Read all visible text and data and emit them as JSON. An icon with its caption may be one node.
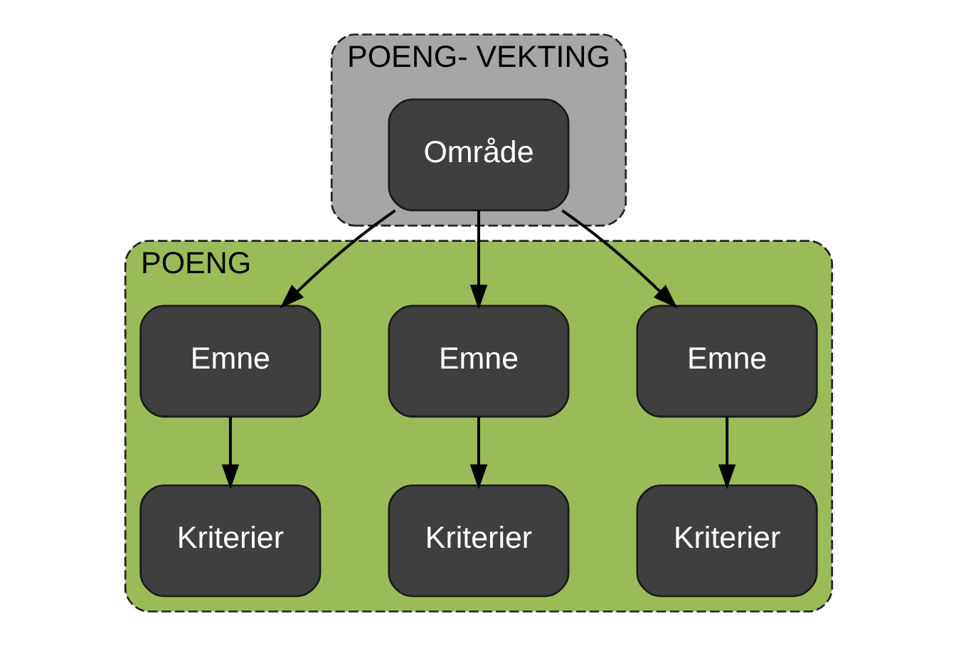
{
  "diagram": {
    "nodes": [
      {
        "text": [
          "POENG- VEKTING"
        ]
      },
      {
        "text": [
          "Område"
        ],
        "in": 0
      },
      {
        "text": [
          "POENG"
        ]
      },
      {
        "text": [
          "Emne"
        ],
        "in": 2
      },
      {
        "text": [
          "Emne"
        ],
        "in": 2
      },
      {
        "text": [
          "Emne"
        ],
        "in": 2
      },
      {
        "text": [
          "Kriterier"
        ],
        "in": 2
      },
      {
        "text": [
          "Kriterier"
        ],
        "in": 2
      },
      {
        "text": [
          "Kriterier"
        ],
        "in": 2
      }
    ],
    "edges": [
      {
        "from": 1,
        "to": 3,
        "arrow": "to"
      },
      {
        "from": 1,
        "to": 4,
        "arrow": "to"
      },
      {
        "from": 1,
        "to": 5,
        "arrow": "to"
      },
      {
        "from": 3,
        "to": 6,
        "arrow": "to"
      },
      {
        "from": 4,
        "to": 7,
        "arrow": "to"
      },
      {
        "from": 5,
        "to": 8,
        "arrow": "to"
      }
    ]
  }
}
